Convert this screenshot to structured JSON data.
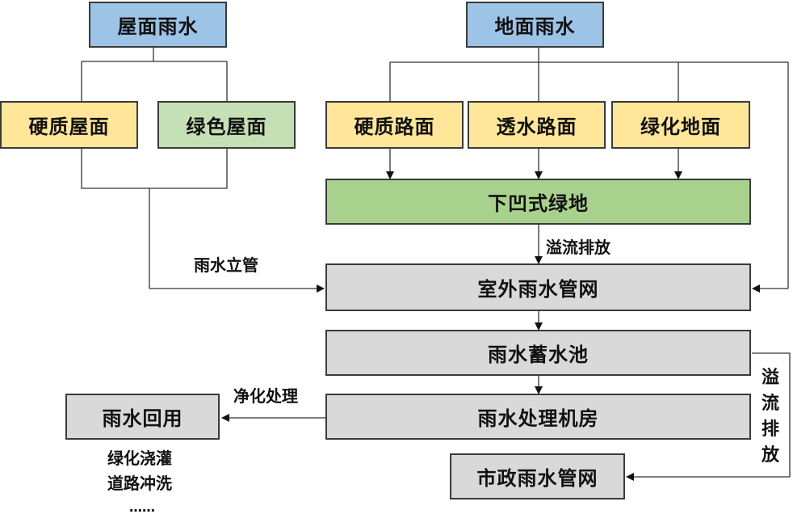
{
  "nodes": {
    "roof_rain": "屋面雨水",
    "ground_rain": "地面雨水",
    "hard_roof": "硬质屋面",
    "green_roof": "绿色屋面",
    "hard_road": "硬质路面",
    "permeable_road": "透水路面",
    "green_ground": "绿化地面",
    "sunken_green": "下凹式绿地",
    "outdoor_network": "室外雨水管网",
    "storage_tank": "雨水蓄水池",
    "treatment_room": "雨水处理机房",
    "municipal_network": "市政雨水管网",
    "reuse": "雨水回用"
  },
  "edge_labels": {
    "downpipe": "雨水立管",
    "overflow_1": "溢流排放",
    "purify": "净化处理",
    "overflow_2": "溢流排放"
  },
  "reuse_notes": [
    "绿化浇灌",
    "道路冲洗",
    "……"
  ],
  "colors": {
    "blue": "#9dc3e6",
    "yellow": "#ffe699",
    "light_green": "#c5e0b4",
    "green": "#a9d18e",
    "gray": "#d9d9d9"
  }
}
